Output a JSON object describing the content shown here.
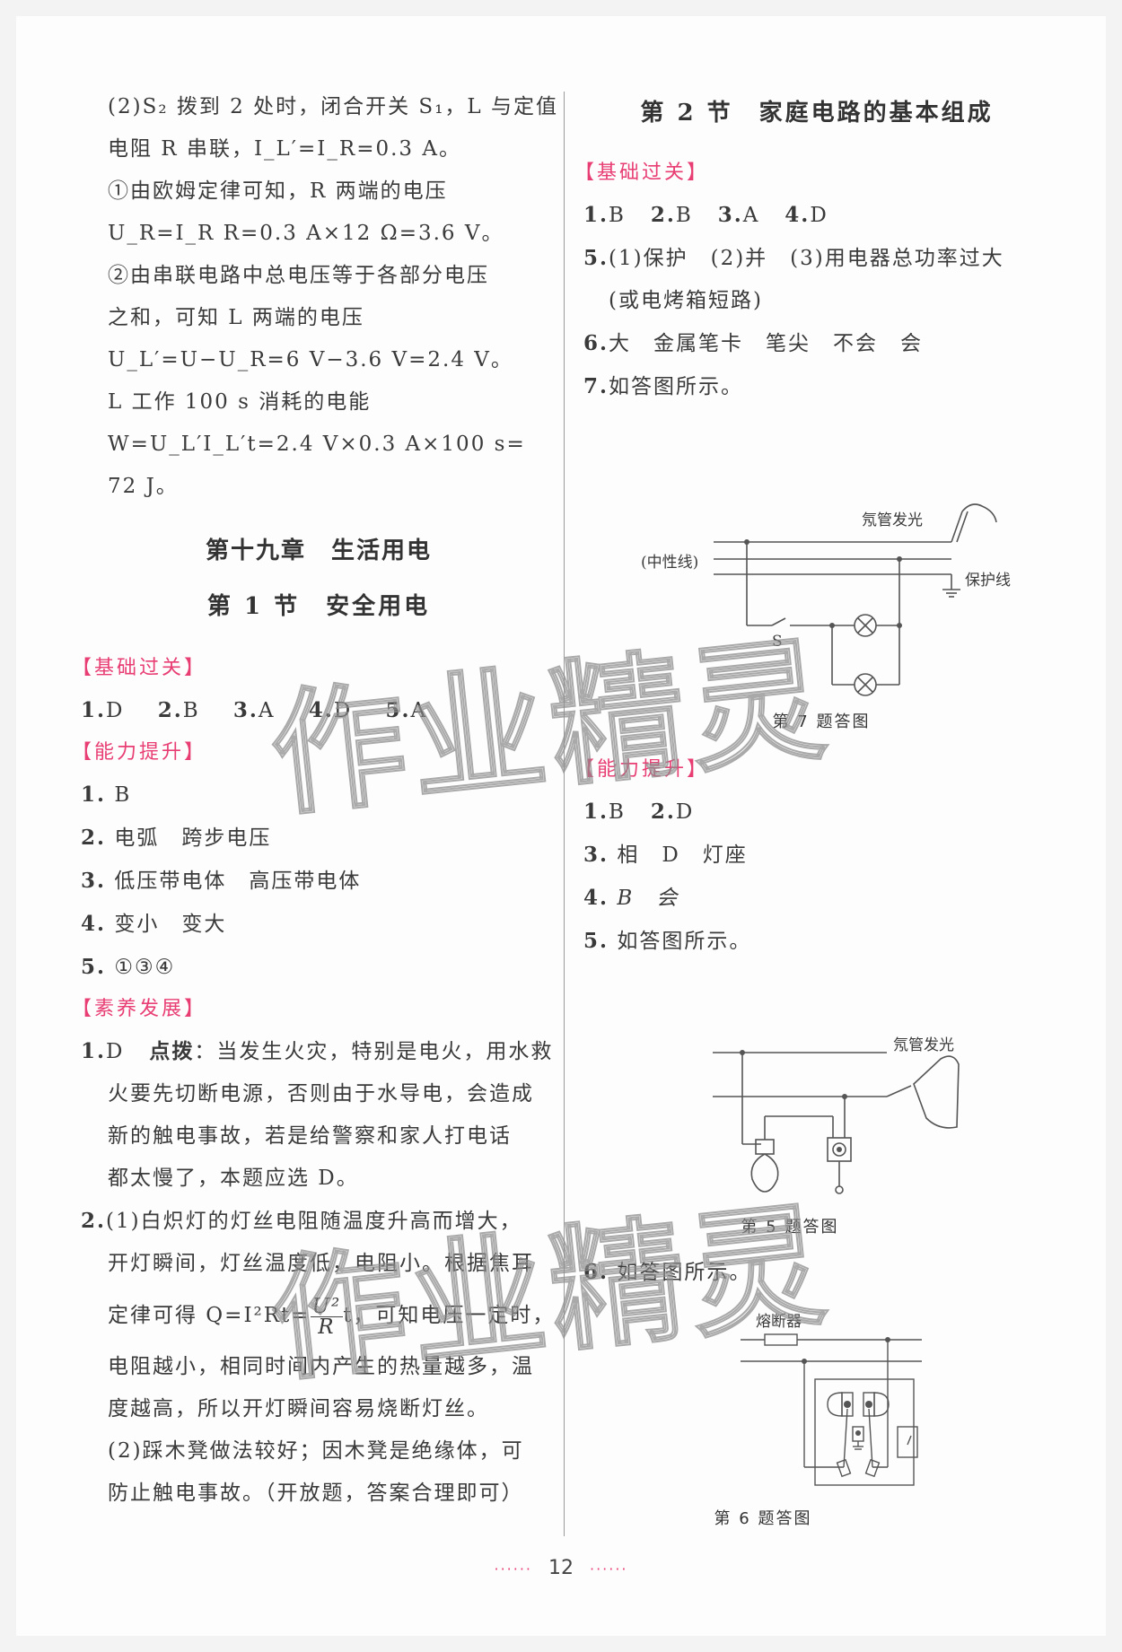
{
  "left": {
    "continuation": [
      "(2)S₂ 拨到 2 处时，闭合开关 S₁，L 与定值",
      "电阻 R 串联，I_L′=I_R=0.3 A。",
      "①由欧姆定律可知，R 两端的电压",
      "U_R=I_R R=0.3 A×12 Ω=3.6 V。",
      "②由串联电路中总电压等于各部分电压",
      "之和，可知 L 两端的电压",
      "U_L′=U−U_R=6 V−3.6 V=2.4 V。",
      "L 工作 100 s 消耗的电能",
      "W=U_L′I_L′t=2.4 V×0.3 A×100 s=",
      "72 J。"
    ],
    "chapter_title": "第十九章　生活用电",
    "section_title": "第 1 节　安全用电",
    "basic": {
      "heading": "【基础过关】",
      "answers": [
        {
          "num": "1.",
          "val": "D"
        },
        {
          "num": "2.",
          "val": "B"
        },
        {
          "num": "3.",
          "val": "A"
        },
        {
          "num": "4.",
          "val": "D"
        },
        {
          "num": "5.",
          "val": "A"
        }
      ]
    },
    "ability": {
      "heading": "【能力提升】",
      "items": [
        {
          "num": "1.",
          "text": "B"
        },
        {
          "num": "2.",
          "text": "电弧　跨步电压"
        },
        {
          "num": "3.",
          "text": "低压带电体　高压带电体"
        },
        {
          "num": "4.",
          "text": "变小　变大"
        },
        {
          "num": "5.",
          "text": "①③④"
        }
      ]
    },
    "literacy": {
      "heading": "【素养发展】",
      "q1": {
        "num": "1.",
        "answer": "D",
        "hint_label": "点拨",
        "lines": [
          "：当发生火灾，特别是电火，用水救",
          "火要先切断电源，否则由于水导电，会造成",
          "新的触电事故，若是给警察和家人打电话",
          "都太慢了，本题应选 D。"
        ]
      },
      "q2": {
        "num": "2.",
        "lines": [
          "(1)白炽灯的灯丝电阻随温度升高而增大，",
          "开灯瞬间，灯丝温度低，电阻小。根据焦耳",
          "电阻越小，相同时间内产生的热量越多，温",
          "度越高，所以开灯瞬间容易烧断灯丝。",
          "(2)踩木凳做法较好；因木凳是绝缘体，可",
          "防止触电事故。（开放题，答案合理即可）"
        ],
        "formula_prefix": "定律可得 Q=I²Rt=",
        "formula_num": "U²",
        "formula_den": "R",
        "formula_suffix": "t，可知电压一定时，"
      }
    }
  },
  "right": {
    "section_title": "第 2 节　家庭电路的基本组成",
    "basic": {
      "heading": "【基础过关】",
      "line1": [
        {
          "num": "1.",
          "val": "B"
        },
        {
          "num": "2.",
          "val": "B"
        },
        {
          "num": "3.",
          "val": "A"
        },
        {
          "num": "4.",
          "val": "D"
        }
      ],
      "q5_num": "5.",
      "q5": "(1)保护　(2)并　(3)用电器总功率过大",
      "q5_cont": "(或电烤箱短路)",
      "q6_num": "6.",
      "q6": "大　金属笔卡　笔尖　不会　会",
      "q7_num": "7.",
      "q7": "如答图所示。"
    },
    "fig7": {
      "label_neon": "氖管发光",
      "label_neutral": "(中性线)",
      "label_ground": "保护线",
      "label_switch": "S",
      "caption": "第 7 题答图"
    },
    "ability": {
      "heading": "【能力提升】",
      "line1": [
        {
          "num": "1.",
          "val": "B"
        },
        {
          "num": "2.",
          "val": "D"
        }
      ],
      "q3_num": "3.",
      "q3": "相　D　灯座",
      "q4_num": "4.",
      "q4": "B　会",
      "q5_num": "5.",
      "q5": "如答图所示。",
      "q6_num": "6.",
      "q6": "如答图所示。"
    },
    "fig5": {
      "label_neon": "氖管发光",
      "caption": "第 5 题答图"
    },
    "fig6": {
      "label_fuse": "熔断器",
      "caption": "第 6 题答图"
    }
  },
  "watermark": "作业精灵",
  "page_number": "12",
  "page_dots": "······",
  "colors": {
    "section_heading": "#e83e74",
    "text": "#3a3a3a",
    "background": "#fdfdfd"
  }
}
